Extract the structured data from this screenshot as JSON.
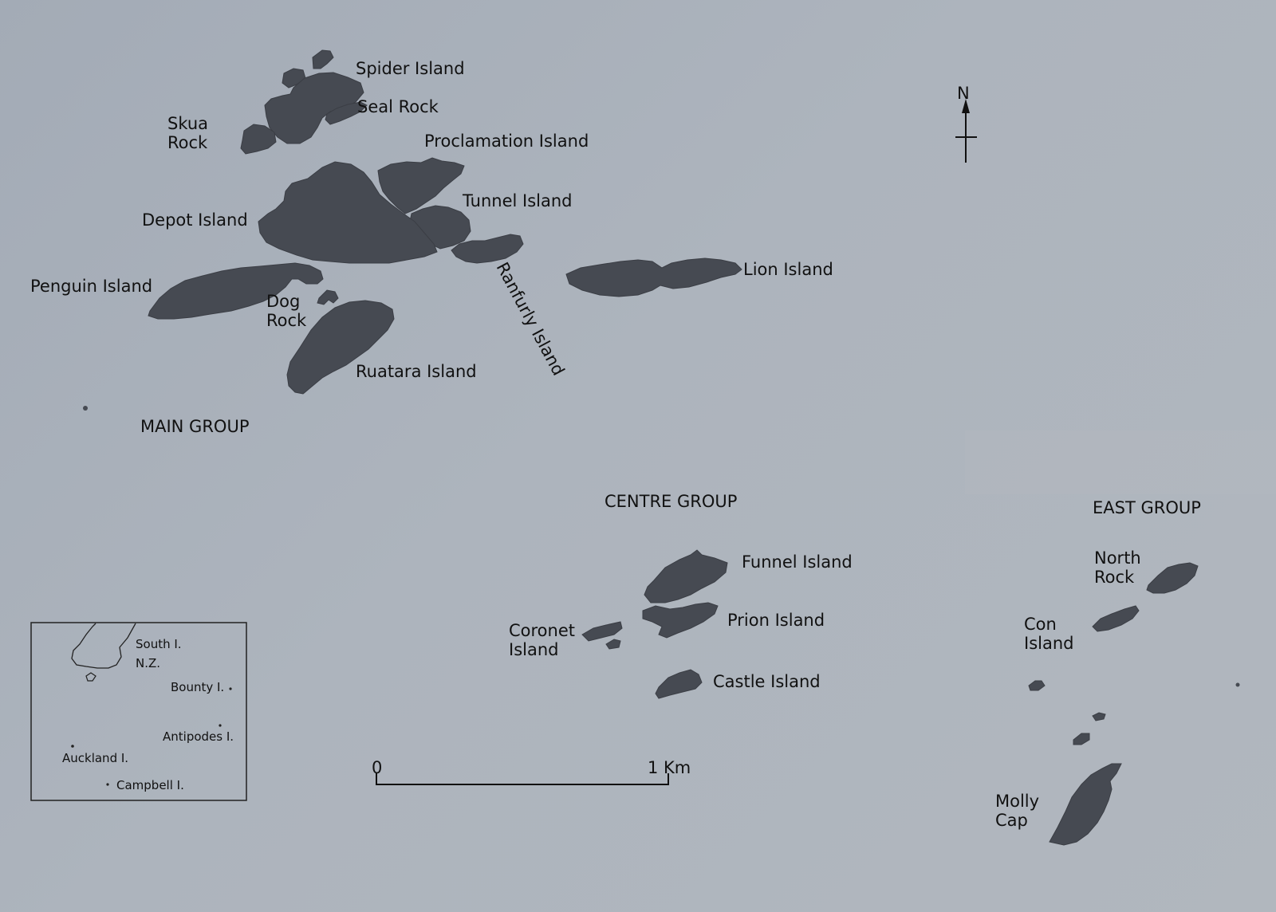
{
  "groups": {
    "main": "MAIN GROUP",
    "centre": "CENTRE GROUP",
    "east": "EAST GROUP"
  },
  "islands": {
    "spider": "Spider Island",
    "seal": "Seal Rock",
    "skua_1": "Skua",
    "skua_2": "Rock",
    "proclamation": "Proclamation Island",
    "tunnel": "Tunnel Island",
    "depot": "Depot Island",
    "penguin": "Penguin Island",
    "dog_1": "Dog",
    "dog_2": "Rock",
    "ranfurly": "Ranfurly Island",
    "lion": "Lion Island",
    "ruatara": "Ruatara Island",
    "funnel": "Funnel Island",
    "prion": "Prion Island",
    "coronet_1": "Coronet",
    "coronet_2": "Island",
    "castle": "Castle Island",
    "north_rock_1": "North",
    "north_rock_2": "Rock",
    "con_1": "Con",
    "con_2": "Island",
    "molly_1": "Molly",
    "molly_2": "Cap"
  },
  "compass": {
    "north": "N"
  },
  "scale": {
    "start": "0",
    "end": "1 Km"
  },
  "inset": {
    "south_island": "South I.",
    "nz": "N.Z.",
    "bounty": "Bounty I.",
    "antipodes": "Antipodes I.",
    "auckland": "Auckland I.",
    "campbell": "Campbell I."
  },
  "colors": {
    "land": "#464a52",
    "paper": "#abb2bb"
  }
}
